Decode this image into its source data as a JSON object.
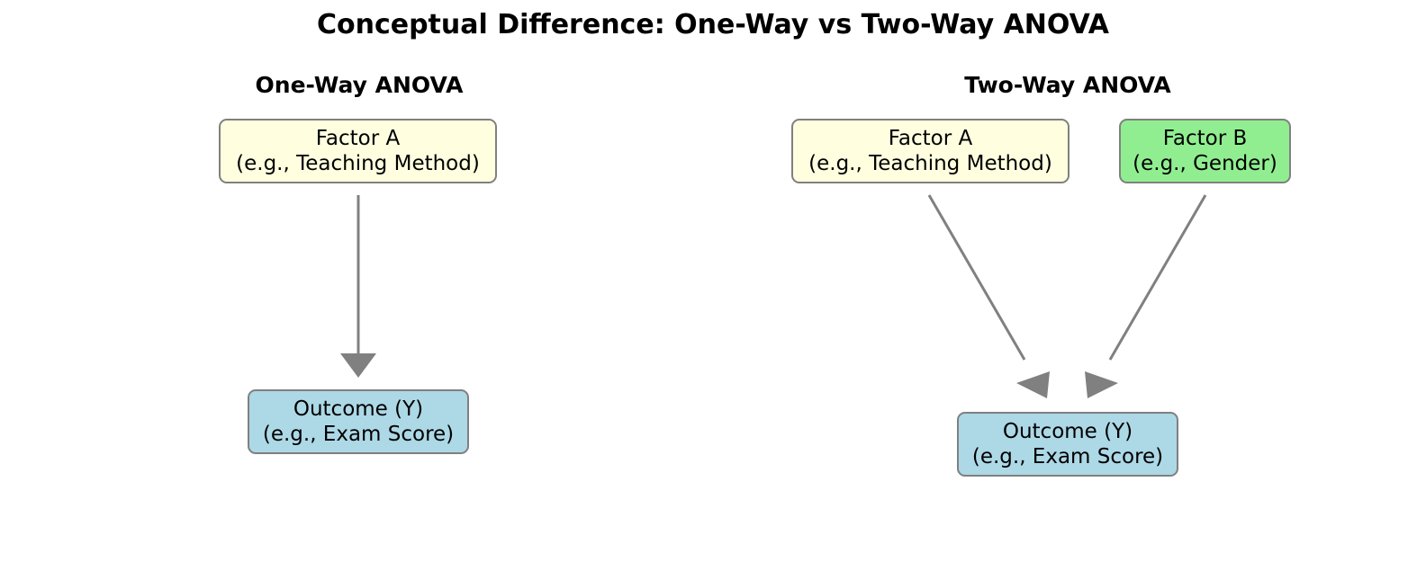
{
  "title": "Conceptual Difference: One-Way vs Two-Way ANOVA",
  "one_way": {
    "heading": "One-Way ANOVA",
    "factor_a": {
      "name": "Factor A",
      "example": "(e.g., Teaching Method)"
    },
    "outcome": {
      "name": "Outcome (Y)",
      "example": "(e.g., Exam Score)"
    }
  },
  "two_way": {
    "heading": "Two-Way ANOVA",
    "factor_a": {
      "name": "Factor A",
      "example": "(e.g., Teaching Method)"
    },
    "factor_b": {
      "name": "Factor B",
      "example": "(e.g., Gender)"
    },
    "outcome": {
      "name": "Outcome (Y)",
      "example": "(e.g., Exam Score)"
    }
  },
  "colors": {
    "factor_a": "#ffffe0",
    "factor_b": "#90ee90",
    "outcome": "#add8e6",
    "arrow": "#808080",
    "border": "#808080"
  }
}
